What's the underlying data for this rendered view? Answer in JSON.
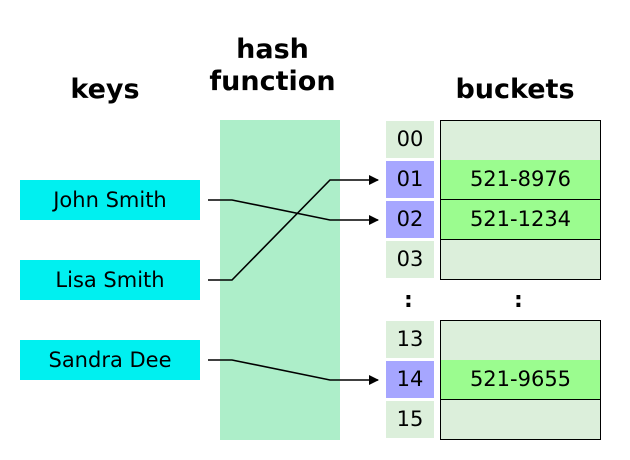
{
  "headers": {
    "keys": "keys",
    "hash_line1": "hash",
    "hash_line2": "function",
    "buckets": "buckets"
  },
  "keys": [
    "John Smith",
    "Lisa Smith",
    "Sandra Dee"
  ],
  "indices_top": [
    "00",
    "01",
    "02",
    "03"
  ],
  "indices_bottom": [
    "13",
    "14",
    "15"
  ],
  "buckets_top": [
    "",
    "521-8976",
    "521-1234",
    ""
  ],
  "buckets_bottom": [
    "",
    "521-9655",
    ""
  ],
  "ellipsis": ":",
  "colors": {
    "key_fill": "#00f0f0",
    "hash_band": "#adeec9",
    "index_hit": "#a6a6ff",
    "index_empty": "#dcefdb",
    "bucket_filled": "#9bfc8f",
    "bucket_empty": "#dcefdb"
  }
}
